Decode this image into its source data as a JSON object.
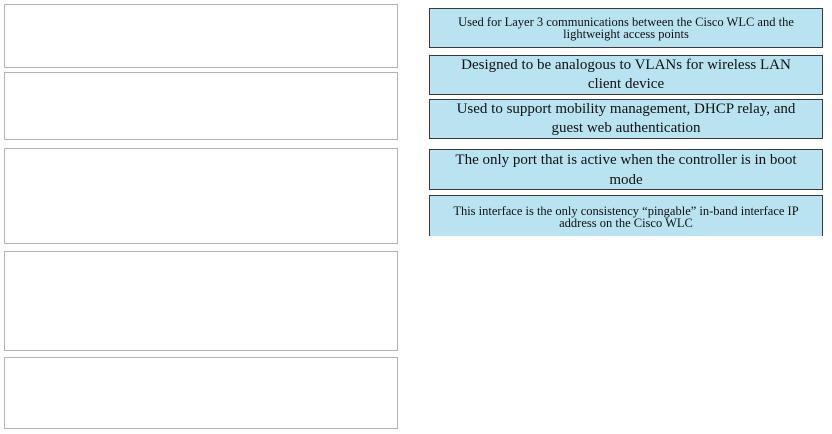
{
  "drop_zones": [
    {
      "id": "slot-1",
      "value": ""
    },
    {
      "id": "slot-2",
      "value": ""
    },
    {
      "id": "slot-3",
      "value": ""
    },
    {
      "id": "slot-4",
      "value": ""
    },
    {
      "id": "slot-5",
      "value": ""
    }
  ],
  "options": [
    {
      "text": "Used for Layer 3 communications between the Cisco WLC and the lightweight access points"
    },
    {
      "text": "Designed to be analogous to VLANs for wireless LAN client device"
    },
    {
      "text": "Used to support mobility management, DHCP relay, and guest web authentication"
    },
    {
      "text": "The only port that is active when the controller is in boot mode"
    },
    {
      "text": "This interface is the only consistency “pingable” in-band interface IP address on the Cisco WLC"
    }
  ],
  "colors": {
    "option_fill": "#b9e3f1",
    "option_border": "#3a3a3a",
    "zone_border": "#b5b5b5"
  }
}
